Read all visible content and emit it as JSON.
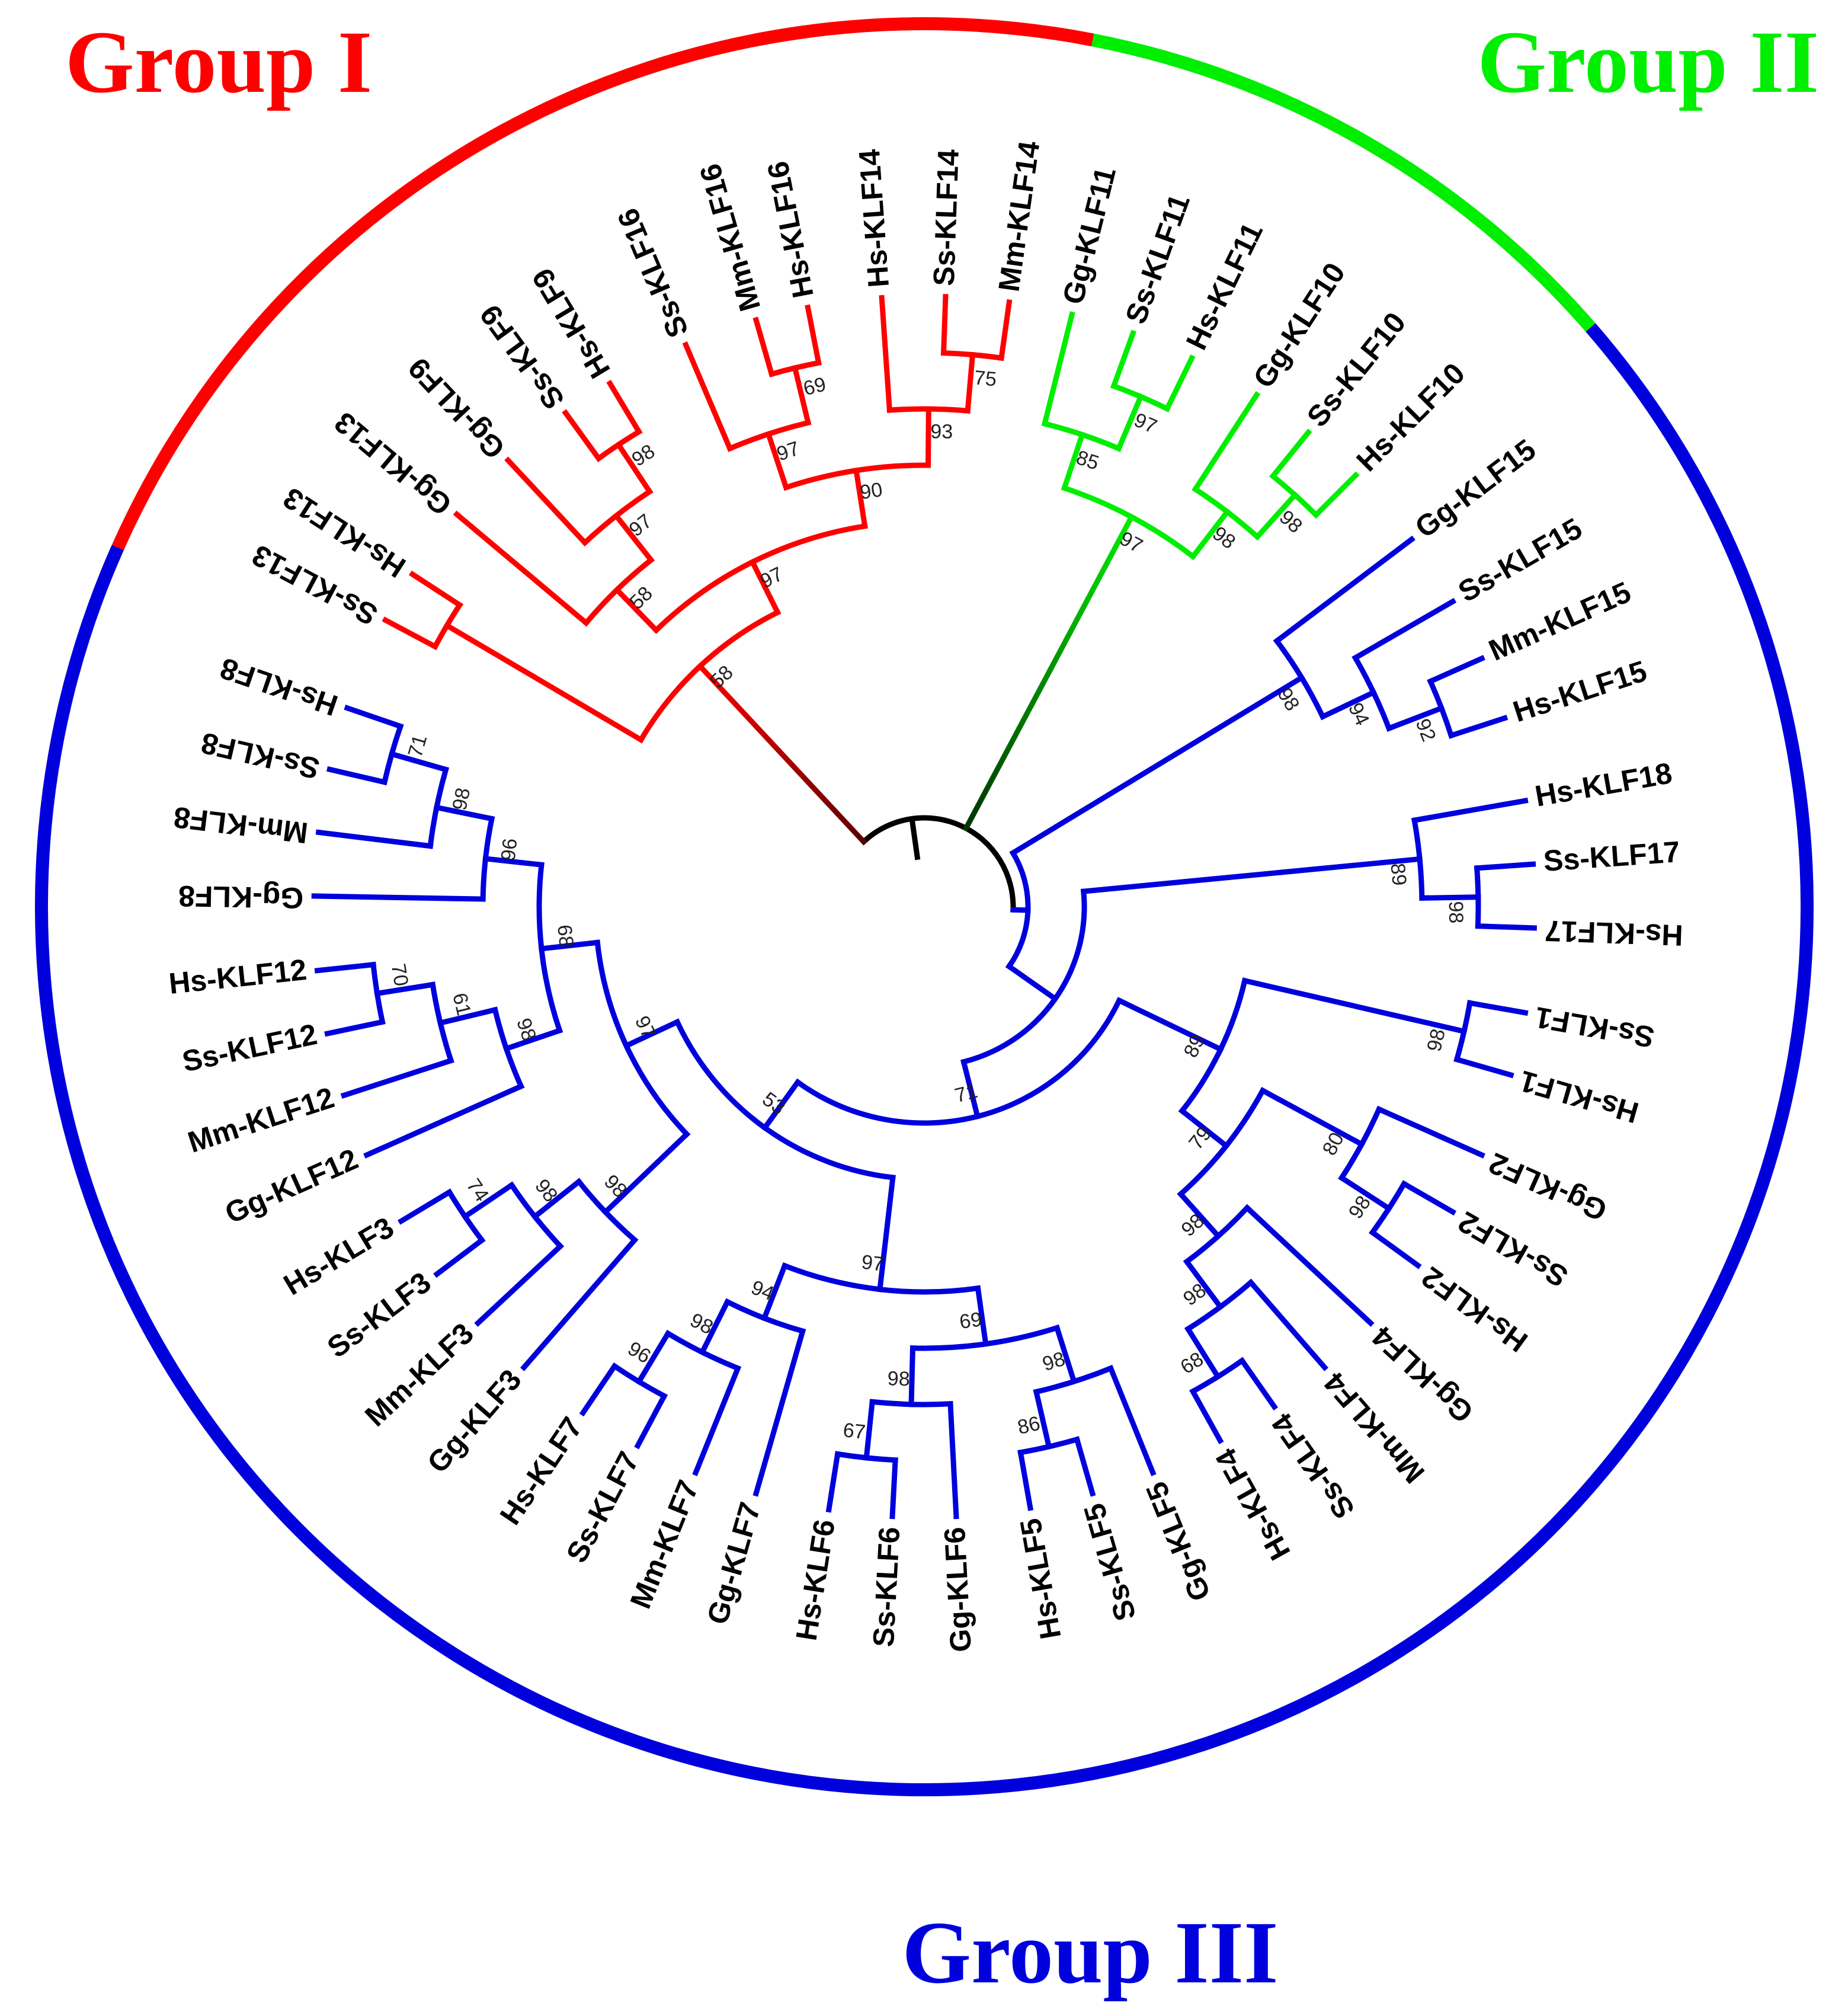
{
  "groups": [
    {
      "id": "g1",
      "title": "Group I",
      "color": "#ff0000"
    },
    {
      "id": "g2",
      "title": "Group II",
      "color": "#00ee00"
    },
    {
      "id": "g3",
      "title": "Group III",
      "color": "#0000dd"
    }
  ],
  "colors": {
    "root": "#000000",
    "stem_g1_inner": "#5a0000",
    "stem_g2_inner": "#003300"
  },
  "leaves": [
    {
      "label": "Ss-KLF13",
      "angle": -62,
      "group": "g1"
    },
    {
      "label": "Hs-KLF13",
      "angle": -57,
      "group": "g1"
    },
    {
      "label": "Gg-KLF13",
      "angle": -50,
      "group": "g1"
    },
    {
      "label": "Gg-KLF9",
      "angle": -43,
      "group": "g1"
    },
    {
      "label": "Ss-KLF9",
      "angle": -36,
      "group": "g1"
    },
    {
      "label": "Hs-KLF9",
      "angle": -31,
      "group": "g1"
    },
    {
      "label": "Ss-KLF16",
      "angle": -23,
      "group": "g1"
    },
    {
      "label": "Mm-KLF16",
      "angle": -16,
      "group": "g1"
    },
    {
      "label": "Hs-KLF16",
      "angle": -11,
      "group": "g1"
    },
    {
      "label": "Hs-KLF14",
      "angle": -4,
      "group": "g1"
    },
    {
      "label": "Ss-KLF14",
      "angle": 2,
      "group": "g1"
    },
    {
      "label": "Mm-KLF14",
      "angle": 8,
      "group": "g1"
    },
    {
      "label": "Gg-KLF11",
      "angle": 14,
      "group": "g2"
    },
    {
      "label": "Ss-KLF11",
      "angle": 20,
      "group": "g2"
    },
    {
      "label": "Hs-KLF11",
      "angle": 26,
      "group": "g2"
    },
    {
      "label": "Gg-KLF10",
      "angle": 33,
      "group": "g2"
    },
    {
      "label": "Ss-KLF10",
      "angle": 39,
      "group": "g2"
    },
    {
      "label": "Hs-KLF10",
      "angle": 45,
      "group": "g2"
    },
    {
      "label": "Gg-KLF15",
      "angle": 53,
      "group": "g3"
    },
    {
      "label": "Ss-KLF15",
      "angle": 60,
      "group": "g3"
    },
    {
      "label": "Mm-KLF15",
      "angle": 66,
      "group": "g3"
    },
    {
      "label": "Hs-KLF15",
      "angle": 72,
      "group": "g3"
    },
    {
      "label": "Hs-KLF18",
      "angle": 80,
      "group": "g3"
    },
    {
      "label": "Ss-KLF17",
      "angle": 86,
      "group": "g3"
    },
    {
      "label": "Hs-KLF17",
      "angle": 92,
      "group": "g3"
    },
    {
      "label": "Ss-KLF1",
      "angle": 100,
      "group": "g3"
    },
    {
      "label": "Hs-KLF1",
      "angle": 106,
      "group": "g3"
    },
    {
      "label": "Gg-KLF2",
      "angle": 114,
      "group": "g3"
    },
    {
      "label": "Ss-KLF2",
      "angle": 120,
      "group": "g3"
    },
    {
      "label": "Hs-KLF2",
      "angle": 126,
      "group": "g3"
    },
    {
      "label": "Gg-KLF4",
      "angle": 133,
      "group": "g3"
    },
    {
      "label": "Mm-KLF4",
      "angle": 139,
      "group": "g3"
    },
    {
      "label": "Ss-KLF4",
      "angle": 145,
      "group": "g3"
    },
    {
      "label": "Hs-KLF4",
      "angle": 151,
      "group": "g3"
    },
    {
      "label": "Gg-KLF5",
      "angle": 158,
      "group": "g3"
    },
    {
      "label": "Ss-KLF5",
      "angle": 164,
      "group": "g3"
    },
    {
      "label": "Hs-KLF5",
      "angle": 170,
      "group": "g3"
    },
    {
      "label": "Gg-KLF6",
      "angle": 177,
      "group": "g3"
    },
    {
      "label": "Ss-KLF6",
      "angle": 183,
      "group": "g3"
    },
    {
      "label": "Hs-KLF6",
      "angle": 189,
      "group": "g3"
    },
    {
      "label": "Gg-KLF7",
      "angle": 196,
      "group": "g3"
    },
    {
      "label": "Mm-KLF7",
      "angle": 202,
      "group": "g3"
    },
    {
      "label": "Ss-KLF7",
      "angle": 208,
      "group": "g3"
    },
    {
      "label": "Hs-KLF7",
      "angle": 214,
      "group": "g3"
    },
    {
      "label": "Gg-KLF3",
      "angle": 221,
      "group": "g3"
    },
    {
      "label": "Mm-KLF3",
      "angle": 227,
      "group": "g3"
    },
    {
      "label": "Ss-KLF3",
      "angle": 233,
      "group": "g3"
    },
    {
      "label": "Hs-KLF3",
      "angle": 239,
      "group": "g3"
    },
    {
      "label": "Gg-KLF12",
      "angle": 246,
      "group": "g3"
    },
    {
      "label": "Mm-KLF12",
      "angle": 252,
      "group": "g3"
    },
    {
      "label": "Ss-KLF12",
      "angle": 258,
      "group": "g3"
    },
    {
      "label": "Hs-KLF12",
      "angle": 264,
      "group": "g3"
    },
    {
      "label": "Gg-KLF8",
      "angle": 271,
      "group": "g3"
    },
    {
      "label": "Mm-KLF8",
      "angle": 277,
      "group": "g3"
    },
    {
      "label": "Ss-KLF8",
      "angle": 283,
      "group": "g3"
    },
    {
      "label": "Hs-KLF8",
      "angle": 289,
      "group": "g3"
    }
  ],
  "clades": [
    {
      "id": "root",
      "children": [
        "c_g1",
        "c_g2",
        "c_g3"
      ],
      "color": "root"
    },
    {
      "id": "c_g1",
      "children": [
        "c_13",
        "c_916"
      ],
      "support": "58",
      "color": "g1"
    },
    {
      "id": "c_13",
      "children": [
        "Ss-KLF13",
        "Hs-KLF13"
      ],
      "support": "",
      "color": "g1"
    },
    {
      "id": "c_916",
      "children": [
        "c_9all",
        "c_1614"
      ],
      "support": "97",
      "color": "g1"
    },
    {
      "id": "c_9all",
      "children": [
        "Gg-KLF13",
        "c_9"
      ],
      "support": "58",
      "color": "g1"
    },
    {
      "id": "c_9",
      "children": [
        "Gg-KLF9",
        "c_9b"
      ],
      "support": "97",
      "color": "g1"
    },
    {
      "id": "c_9b",
      "children": [
        "Ss-KLF9",
        "Hs-KLF9"
      ],
      "support": "98",
      "color": "g1"
    },
    {
      "id": "c_1614",
      "children": [
        "c_16",
        "c_14"
      ],
      "support": "90",
      "color": "g1"
    },
    {
      "id": "c_16",
      "children": [
        "Ss-KLF16",
        "c_16b"
      ],
      "support": "97",
      "color": "g1"
    },
    {
      "id": "c_16b",
      "children": [
        "Mm-KLF16",
        "Hs-KLF16"
      ],
      "support": "69",
      "color": "g1"
    },
    {
      "id": "c_14",
      "children": [
        "Hs-KLF14",
        "c_14b"
      ],
      "support": "93",
      "color": "g1"
    },
    {
      "id": "c_14b",
      "children": [
        "Ss-KLF14",
        "Mm-KLF14"
      ],
      "support": "75",
      "color": "g1"
    },
    {
      "id": "c_g2",
      "children": [
        "c_11",
        "c_10"
      ],
      "support": "97",
      "color": "g2"
    },
    {
      "id": "c_11",
      "children": [
        "Gg-KLF11",
        "c_11b"
      ],
      "support": "85",
      "color": "g2"
    },
    {
      "id": "c_11b",
      "children": [
        "Ss-KLF11",
        "Hs-KLF11"
      ],
      "support": "97",
      "color": "g2"
    },
    {
      "id": "c_10",
      "children": [
        "Gg-KLF10",
        "c_10b"
      ],
      "support": "98",
      "color": "g2"
    },
    {
      "id": "c_10b",
      "children": [
        "Ss-KLF10",
        "Hs-KLF10"
      ],
      "support": "98",
      "color": "g2"
    },
    {
      "id": "c_g3",
      "children": [
        "c_15",
        "c_rest"
      ],
      "support": "",
      "color": "g3"
    },
    {
      "id": "c_15",
      "children": [
        "Gg-KLF15",
        "c_15b"
      ],
      "support": "98",
      "color": "g3"
    },
    {
      "id": "c_15b",
      "children": [
        "Ss-KLF15",
        "c_15c"
      ],
      "support": "94",
      "color": "g3"
    },
    {
      "id": "c_15c",
      "children": [
        "Mm-KLF15",
        "Hs-KLF15"
      ],
      "support": "92",
      "color": "g3"
    },
    {
      "id": "c_rest",
      "children": [
        "c_17",
        "c_r2"
      ],
      "support": "",
      "color": "g3"
    },
    {
      "id": "c_17",
      "children": [
        "Hs-KLF18",
        "c_17b"
      ],
      "support": "89",
      "color": "g3"
    },
    {
      "id": "c_17b",
      "children": [
        "Ss-KLF17",
        "Hs-KLF17"
      ],
      "support": "98",
      "color": "g3"
    },
    {
      "id": "c_r2",
      "children": [
        "c_124",
        "c_big"
      ],
      "support": "71",
      "color": "g3"
    },
    {
      "id": "c_124",
      "children": [
        "c_1",
        "c_24"
      ],
      "support": "89",
      "color": "g3"
    },
    {
      "id": "c_1",
      "children": [
        "Ss-KLF1",
        "Hs-KLF1"
      ],
      "support": "98",
      "color": "g3"
    },
    {
      "id": "c_24",
      "children": [
        "c_2",
        "c_4"
      ],
      "support": "79",
      "color": "g3"
    },
    {
      "id": "c_2",
      "children": [
        "Gg-KLF2",
        "c_2b"
      ],
      "support": "80",
      "color": "g3"
    },
    {
      "id": "c_2b",
      "children": [
        "Ss-KLF2",
        "Hs-KLF2"
      ],
      "support": "98",
      "color": "g3"
    },
    {
      "id": "c_4",
      "children": [
        "Gg-KLF4",
        "c_4b"
      ],
      "support": "98",
      "color": "g3"
    },
    {
      "id": "c_4b",
      "children": [
        "Mm-KLF4",
        "c_4c"
      ],
      "support": "98",
      "color": "g3"
    },
    {
      "id": "c_4c",
      "children": [
        "Ss-KLF4",
        "Hs-KLF4"
      ],
      "support": "68",
      "color": "g3"
    },
    {
      "id": "c_big",
      "children": [
        "c_567",
        "c_3812"
      ],
      "support": "53",
      "color": "g3"
    },
    {
      "id": "c_567",
      "children": [
        "c_56",
        "c_7"
      ],
      "support": "97",
      "color": "g3"
    },
    {
      "id": "c_56",
      "children": [
        "c_5",
        "c_6"
      ],
      "support": "69",
      "color": "g3"
    },
    {
      "id": "c_5",
      "children": [
        "Gg-KLF5",
        "c_5b"
      ],
      "support": "98",
      "color": "g3"
    },
    {
      "id": "c_5b",
      "children": [
        "Ss-KLF5",
        "Hs-KLF5"
      ],
      "support": "86",
      "color": "g3"
    },
    {
      "id": "c_6",
      "children": [
        "Gg-KLF6",
        "c_6b"
      ],
      "support": "98",
      "color": "g3"
    },
    {
      "id": "c_6b",
      "children": [
        "Ss-KLF6",
        "Hs-KLF6"
      ],
      "support": "67",
      "color": "g3"
    },
    {
      "id": "c_7",
      "children": [
        "Gg-KLF7",
        "c_7b"
      ],
      "support": "94",
      "color": "g3"
    },
    {
      "id": "c_7b",
      "children": [
        "Mm-KLF7",
        "c_7c"
      ],
      "support": "98",
      "color": "g3"
    },
    {
      "id": "c_7c",
      "children": [
        "Ss-KLF7",
        "Hs-KLF7"
      ],
      "support": "96",
      "color": "g3"
    },
    {
      "id": "c_3812",
      "children": [
        "c_3",
        "c_812"
      ],
      "support": "97",
      "color": "g3"
    },
    {
      "id": "c_3",
      "children": [
        "Gg-KLF3",
        "c_3b"
      ],
      "support": "98",
      "color": "g3"
    },
    {
      "id": "c_3b",
      "children": [
        "Mm-KLF3",
        "c_3c"
      ],
      "support": "98",
      "color": "g3"
    },
    {
      "id": "c_3c",
      "children": [
        "Ss-KLF3",
        "Hs-KLF3"
      ],
      "support": "74",
      "color": "g3"
    },
    {
      "id": "c_812",
      "children": [
        "c_12",
        "c_8"
      ],
      "support": "68",
      "color": "g3"
    },
    {
      "id": "c_12",
      "children": [
        "Gg-KLF12",
        "c_12b"
      ],
      "support": "98",
      "color": "g3"
    },
    {
      "id": "c_12b",
      "children": [
        "Mm-KLF12",
        "c_12c"
      ],
      "support": "61",
      "color": "g3"
    },
    {
      "id": "c_12c",
      "children": [
        "Ss-KLF12",
        "Hs-KLF12"
      ],
      "support": "70",
      "color": "g3"
    },
    {
      "id": "c_8",
      "children": [
        "Gg-KLF8",
        "c_8b"
      ],
      "support": "96",
      "color": "g3"
    },
    {
      "id": "c_8b",
      "children": [
        "Mm-KLF8",
        "c_8c"
      ],
      "support": "98",
      "color": "g3"
    },
    {
      "id": "c_8c",
      "children": [
        "Ss-KLF8",
        "Hs-KLF8"
      ],
      "support": "71",
      "color": "g3"
    }
  ],
  "arcs": [
    {
      "group": "g1",
      "start": -68,
      "end": 11
    },
    {
      "group": "g2",
      "start": 11,
      "end": 49
    },
    {
      "group": "g3",
      "start": 49,
      "end": 294
    }
  ]
}
